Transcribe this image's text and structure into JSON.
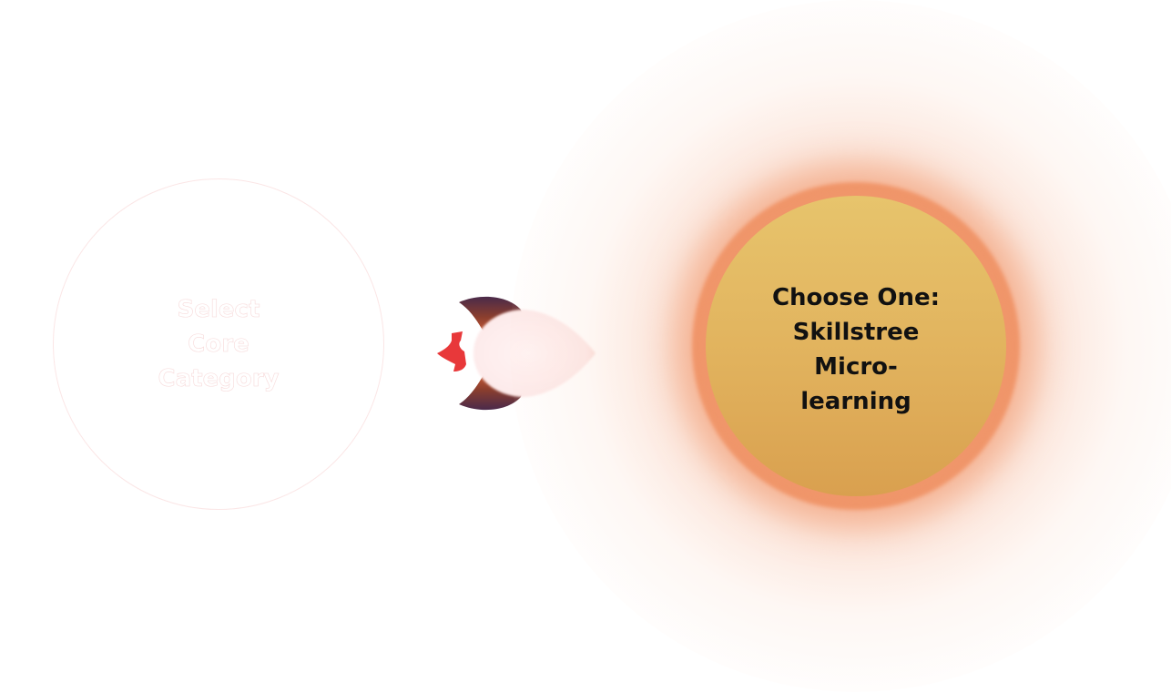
{
  "left_option": {
    "lines": [
      "Select",
      "Core",
      "Category"
    ],
    "state": "inactive"
  },
  "right_option": {
    "lines": [
      "Choose One:",
      "Skillstree",
      "Micro-",
      "learning"
    ],
    "state": "active"
  },
  "connector": {
    "icon": "rocket-icon"
  },
  "colors": {
    "background": "#ffffff",
    "core_top": "#e7c46c",
    "core_bottom": "#d9a04f",
    "ring": "#f0966a",
    "halo": "#f08c5a",
    "left_outline": "#fbe6e6",
    "rocket_body": "#fdeeee",
    "rocket_fin_dark": "#4a2a4a",
    "rocket_fin_mid": "#a0452c",
    "rocket_flame": "#e8383a"
  }
}
